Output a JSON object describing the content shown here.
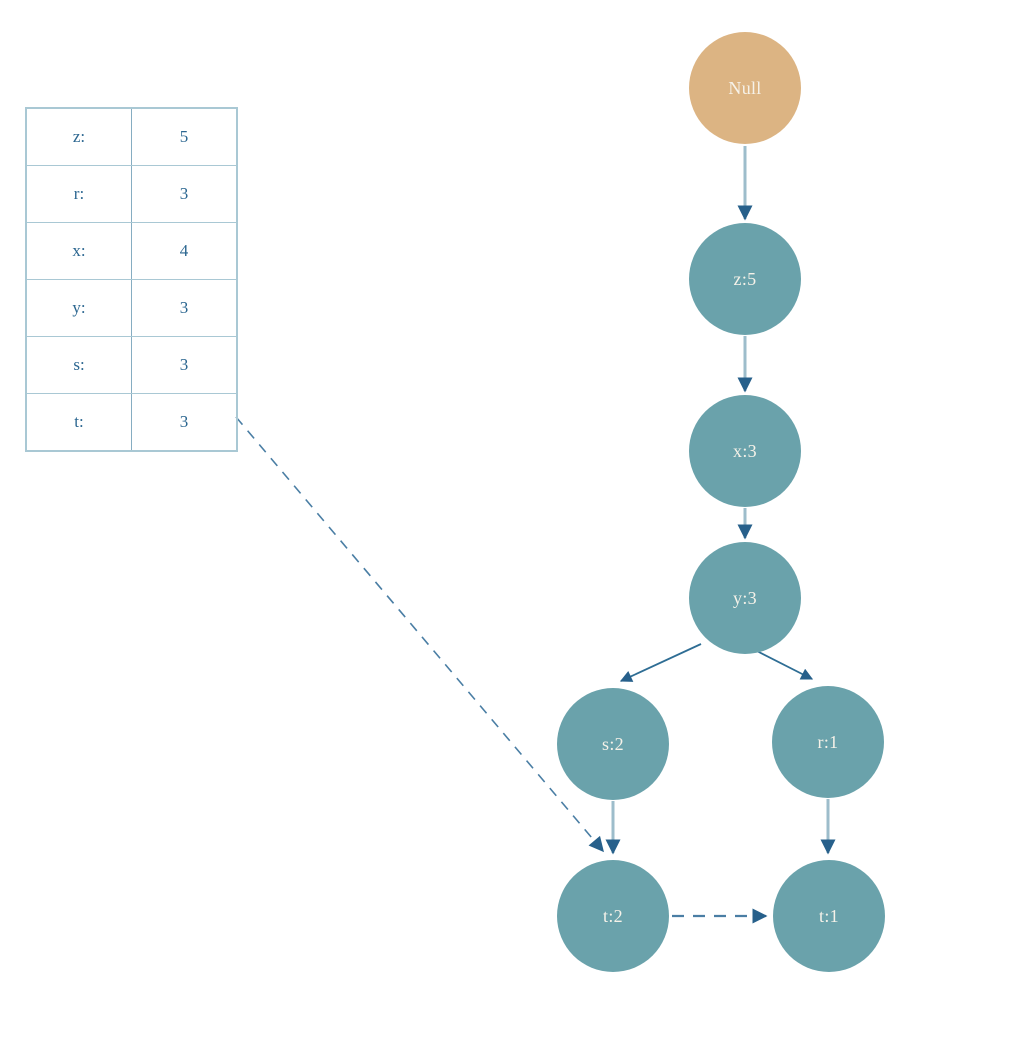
{
  "variables_table": {
    "rows": [
      {
        "name": "z:",
        "value": "5"
      },
      {
        "name": "r:",
        "value": "3"
      },
      {
        "name": "x:",
        "value": "4"
      },
      {
        "name": "y:",
        "value": "3"
      },
      {
        "name": "s:",
        "value": "3"
      },
      {
        "name": "t:",
        "value": "3"
      }
    ]
  },
  "graph": {
    "nodes": [
      {
        "id": "null",
        "label": "Null",
        "type": "root"
      },
      {
        "id": "z5",
        "label": "z:5",
        "type": "normal"
      },
      {
        "id": "x3",
        "label": "x:3",
        "type": "normal"
      },
      {
        "id": "y3",
        "label": "y:3",
        "type": "normal"
      },
      {
        "id": "s2",
        "label": "s:2",
        "type": "normal"
      },
      {
        "id": "r1",
        "label": "r:1",
        "type": "normal"
      },
      {
        "id": "t2",
        "label": "t:2",
        "type": "normal"
      },
      {
        "id": "t1",
        "label": "t:1",
        "type": "normal"
      }
    ],
    "edges": [
      {
        "from": "null",
        "to": "z5",
        "style": "solid"
      },
      {
        "from": "z5",
        "to": "x3",
        "style": "solid"
      },
      {
        "from": "x3",
        "to": "y3",
        "style": "solid"
      },
      {
        "from": "y3",
        "to": "s2",
        "style": "solid"
      },
      {
        "from": "y3",
        "to": "r1",
        "style": "solid"
      },
      {
        "from": "s2",
        "to": "t2",
        "style": "solid"
      },
      {
        "from": "r1",
        "to": "t1",
        "style": "solid"
      },
      {
        "from": "t2",
        "to": "t1",
        "style": "dashed"
      },
      {
        "from": "table-row-t",
        "to": "t2",
        "style": "dashed"
      }
    ]
  },
  "colors": {
    "node_fill": "#6aa2ab",
    "root_node_fill": "#dcb483",
    "node_text": "#f6f2e9",
    "table_text": "#2b6690",
    "table_border": "#a9c8d4",
    "table_divider": "#86adc2",
    "arrow_shaft_light": "#9dbdcb",
    "arrow_head_dark": "#27608b",
    "arrow_diagonal": "#2e6d94",
    "arrow_dashed": "#4a7ea4",
    "background": "#ffffff"
  }
}
